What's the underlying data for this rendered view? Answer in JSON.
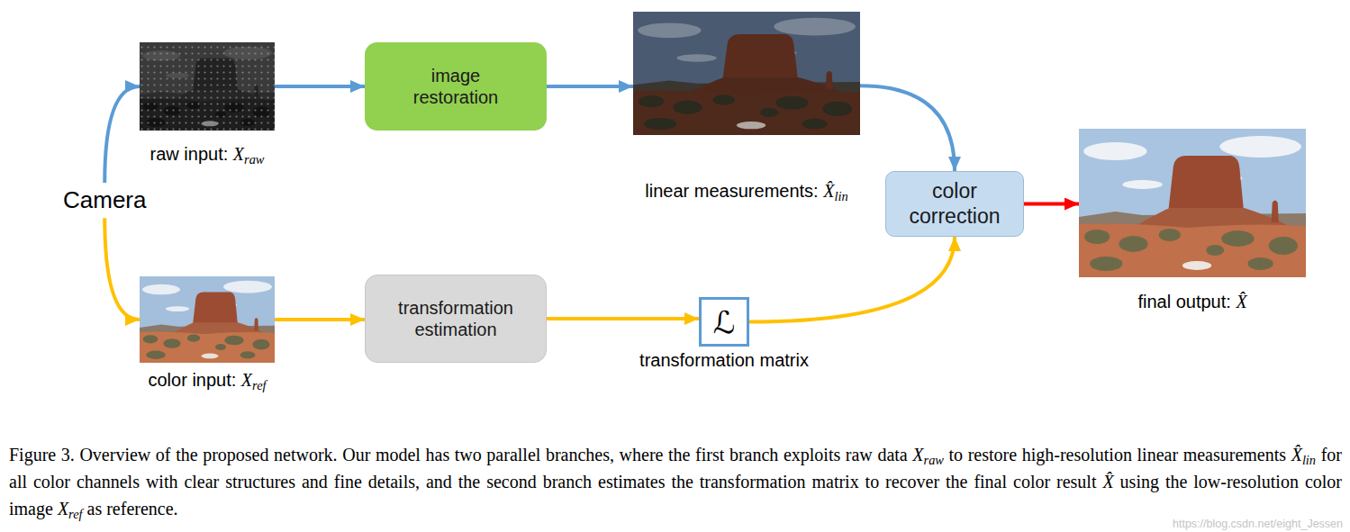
{
  "diagram": {
    "caption": "Figure 3. Overview of the proposed network. Our model has two parallel branches, where the first branch exploits raw data Xraw to restore high-resolution linear measurements X̂lin for all color channels with clear structures and fine details, and the second branch estimates the transformation matrix to recover the final color result X̂ using the low-resolution color image Xref as reference.",
    "nodes": [
      {
        "text": [
          "Camera"
        ]
      },
      {
        "text": [
          "raw input: Xraw"
        ]
      },
      {
        "text": [
          "image restoration"
        ]
      },
      {
        "text": [
          "linear measurements: X̂lin"
        ]
      },
      {
        "text": [
          "color correction"
        ]
      },
      {
        "text": [
          "final output: X̂"
        ]
      },
      {
        "text": [
          "color input: Xref"
        ]
      },
      {
        "text": [
          "transformation estimation"
        ]
      },
      {
        "text": [
          "ℒ",
          "transformation matrix"
        ]
      }
    ],
    "edges": [
      {
        "from": 0,
        "to": 1,
        "arrow": "to"
      },
      {
        "from": 1,
        "to": 2,
        "arrow": "to"
      },
      {
        "from": 2,
        "to": 3,
        "arrow": "to"
      },
      {
        "from": 3,
        "to": 4,
        "arrow": "to"
      },
      {
        "from": 4,
        "to": 5,
        "arrow": "to"
      },
      {
        "from": 0,
        "to": 6,
        "arrow": "to"
      },
      {
        "from": 6,
        "to": 7,
        "arrow": "to"
      },
      {
        "from": 7,
        "to": 8,
        "arrow": "to"
      },
      {
        "from": 8,
        "to": 4,
        "arrow": "to"
      }
    ],
    "labels": [
      "https://blog.csdn.net/eight_Jessen"
    ]
  }
}
